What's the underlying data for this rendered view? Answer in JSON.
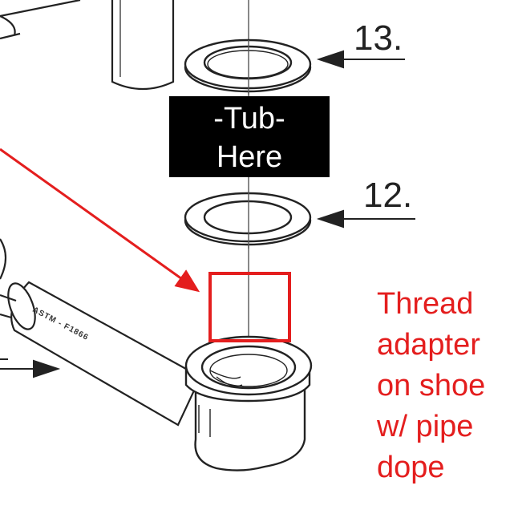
{
  "callouts": {
    "part_13": "13.",
    "part_12": "12."
  },
  "tub_label": {
    "line1": "-Tub-",
    "line2": "Here"
  },
  "note": {
    "line1": "Thread",
    "line2": "adapter",
    "line3": "on shoe",
    "line4": "w/ pipe",
    "line5": "dope",
    "color": "#e41e1e"
  },
  "pipe_marking": "ASTM - F1866",
  "colors": {
    "line": "#222222",
    "annotation": "#e41e1e",
    "label_bg": "#000000"
  }
}
